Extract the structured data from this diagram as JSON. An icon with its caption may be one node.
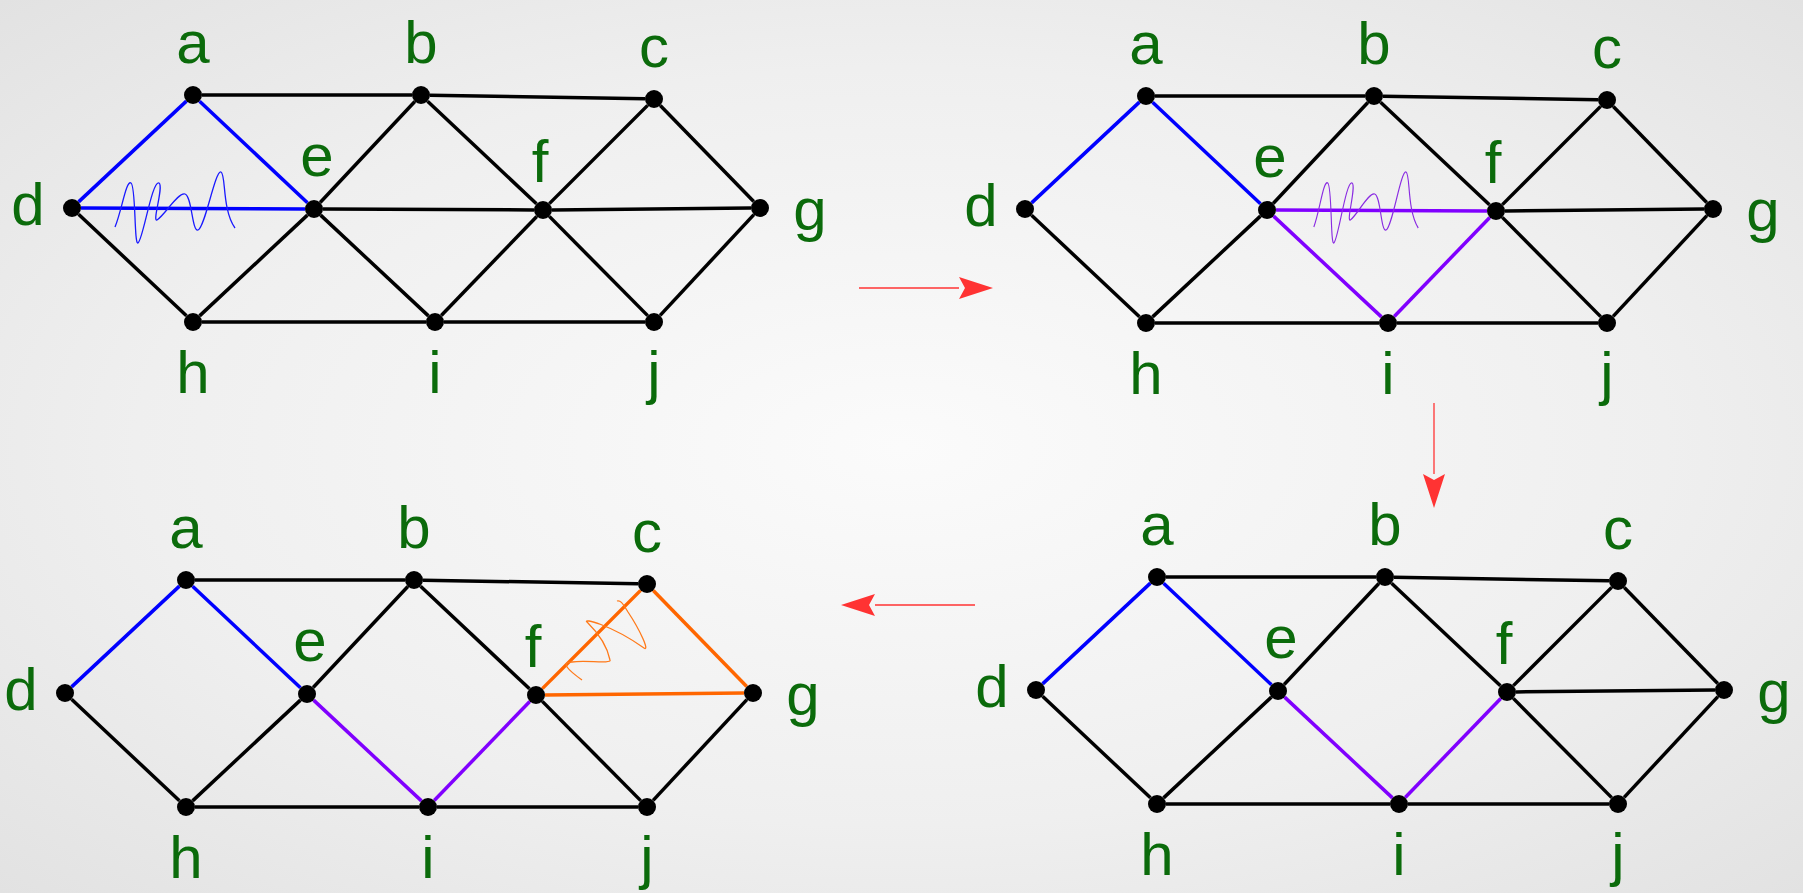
{
  "diagram": {
    "nodes": [
      {
        "text": [],
        "shape": "circle",
        "beside": [
          "a"
        ]
      },
      {
        "text": [],
        "shape": "circle",
        "beside": [
          "b"
        ]
      },
      {
        "text": [],
        "shape": "circle",
        "beside": [
          "c"
        ]
      },
      {
        "text": [],
        "shape": "circle",
        "beside": [
          "d"
        ]
      },
      {
        "text": [],
        "shape": "circle",
        "beside": [
          "e"
        ]
      },
      {
        "text": [],
        "shape": "circle",
        "beside": [
          "f"
        ]
      },
      {
        "text": [],
        "shape": "circle",
        "beside": [
          "g"
        ]
      },
      {
        "text": [],
        "shape": "circle",
        "beside": [
          "h"
        ]
      },
      {
        "text": [],
        "shape": "circle",
        "beside": [
          "i"
        ]
      },
      {
        "text": [],
        "shape": "circle",
        "beside": [
          "j"
        ]
      },
      {
        "text": [],
        "shape": "circle",
        "beside": [
          "a"
        ]
      },
      {
        "text": [],
        "shape": "circle",
        "beside": [
          "b"
        ]
      },
      {
        "text": [],
        "shape": "circle",
        "beside": [
          "c"
        ]
      },
      {
        "text": [],
        "shape": "circle",
        "beside": [
          "d"
        ]
      },
      {
        "text": [],
        "shape": "circle",
        "beside": [
          "e"
        ]
      },
      {
        "text": [],
        "shape": "circle",
        "beside": [
          "f"
        ]
      },
      {
        "text": [],
        "shape": "circle",
        "beside": [
          "g"
        ]
      },
      {
        "text": [],
        "shape": "circle",
        "beside": [
          "h"
        ]
      },
      {
        "text": [],
        "shape": "circle",
        "beside": [
          "i"
        ]
      },
      {
        "text": [],
        "shape": "circle",
        "beside": [
          "j"
        ]
      },
      {
        "text": [],
        "shape": "circle",
        "beside": [
          "a"
        ]
      },
      {
        "text": [],
        "shape": "circle",
        "beside": [
          "b"
        ]
      },
      {
        "text": [],
        "shape": "circle",
        "beside": [
          "c"
        ]
      },
      {
        "text": [],
        "shape": "circle",
        "beside": [
          "d"
        ]
      },
      {
        "text": [],
        "shape": "circle",
        "beside": [
          "e"
        ]
      },
      {
        "text": [],
        "shape": "circle",
        "beside": [
          "f"
        ]
      },
      {
        "text": [],
        "shape": "circle",
        "beside": [
          "g"
        ]
      },
      {
        "text": [],
        "shape": "circle",
        "beside": [
          "h"
        ]
      },
      {
        "text": [],
        "shape": "circle",
        "beside": [
          "i"
        ]
      },
      {
        "text": [],
        "shape": "circle",
        "beside": [
          "j"
        ]
      },
      {
        "text": [],
        "shape": "circle",
        "beside": [
          "a"
        ]
      },
      {
        "text": [],
        "shape": "circle",
        "beside": [
          "b"
        ]
      },
      {
        "text": [],
        "shape": "circle",
        "beside": [
          "c"
        ]
      },
      {
        "text": [],
        "shape": "circle",
        "beside": [
          "d"
        ]
      },
      {
        "text": [],
        "shape": "circle",
        "beside": [
          "e"
        ]
      },
      {
        "text": [],
        "shape": "circle",
        "beside": [
          "f"
        ]
      },
      {
        "text": [],
        "shape": "circle",
        "beside": [
          "g"
        ]
      },
      {
        "text": [],
        "shape": "circle",
        "beside": [
          "h"
        ]
      },
      {
        "text": [],
        "shape": "circle",
        "beside": [
          "i"
        ]
      },
      {
        "text": [],
        "shape": "circle",
        "beside": [
          "j"
        ]
      }
    ],
    "edges": [
      {
        "from": 0,
        "to": 1,
        "arrow": "none"
      },
      {
        "from": 1,
        "to": 2,
        "arrow": "none"
      },
      {
        "from": 3,
        "to": 0,
        "arrow": "none",
        "color": "#0000ff"
      },
      {
        "from": 0,
        "to": 4,
        "arrow": "none",
        "color": "#0000ff"
      },
      {
        "from": 3,
        "to": 4,
        "arrow": "none",
        "color": "#0000ff"
      },
      {
        "from": 1,
        "to": 4,
        "arrow": "none"
      },
      {
        "from": 1,
        "to": 5,
        "arrow": "none"
      },
      {
        "from": 2,
        "to": 5,
        "arrow": "none"
      },
      {
        "from": 2,
        "to": 6,
        "arrow": "none"
      },
      {
        "from": 4,
        "to": 5,
        "arrow": "none"
      },
      {
        "from": 5,
        "to": 6,
        "arrow": "none"
      },
      {
        "from": 3,
        "to": 7,
        "arrow": "none"
      },
      {
        "from": 4,
        "to": 7,
        "arrow": "none"
      },
      {
        "from": 4,
        "to": 8,
        "arrow": "none"
      },
      {
        "from": 5,
        "to": 8,
        "arrow": "none"
      },
      {
        "from": 5,
        "to": 9,
        "arrow": "none"
      },
      {
        "from": 6,
        "to": 9,
        "arrow": "none"
      },
      {
        "from": 7,
        "to": 8,
        "arrow": "none"
      },
      {
        "from": 8,
        "to": 9,
        "arrow": "none"
      },
      {
        "from": 10,
        "to": 11,
        "arrow": "none"
      },
      {
        "from": 11,
        "to": 12,
        "arrow": "none"
      },
      {
        "from": 13,
        "to": 10,
        "arrow": "none",
        "color": "#0000ff"
      },
      {
        "from": 10,
        "to": 14,
        "arrow": "none",
        "color": "#0000ff"
      },
      {
        "from": 11,
        "to": 14,
        "arrow": "none"
      },
      {
        "from": 11,
        "to": 15,
        "arrow": "none"
      },
      {
        "from": 12,
        "to": 15,
        "arrow": "none"
      },
      {
        "from": 12,
        "to": 16,
        "arrow": "none"
      },
      {
        "from": 14,
        "to": 15,
        "arrow": "none",
        "color": "#8000ff"
      },
      {
        "from": 15,
        "to": 16,
        "arrow": "none"
      },
      {
        "from": 13,
        "to": 17,
        "arrow": "none"
      },
      {
        "from": 14,
        "to": 17,
        "arrow": "none"
      },
      {
        "from": 14,
        "to": 18,
        "arrow": "none",
        "color": "#8000ff"
      },
      {
        "from": 15,
        "to": 18,
        "arrow": "none",
        "color": "#8000ff"
      },
      {
        "from": 15,
        "to": 19,
        "arrow": "none"
      },
      {
        "from": 16,
        "to": 19,
        "arrow": "none"
      },
      {
        "from": 17,
        "to": 18,
        "arrow": "none"
      },
      {
        "from": 18,
        "to": 19,
        "arrow": "none"
      },
      {
        "from": 20,
        "to": 21,
        "arrow": "none"
      },
      {
        "from": 21,
        "to": 22,
        "arrow": "none"
      },
      {
        "from": 23,
        "to": 20,
        "arrow": "none",
        "color": "#0000ff"
      },
      {
        "from": 20,
        "to": 24,
        "arrow": "none",
        "color": "#0000ff"
      },
      {
        "from": 21,
        "to": 24,
        "arrow": "none"
      },
      {
        "from": 21,
        "to": 25,
        "arrow": "none"
      },
      {
        "from": 22,
        "to": 25,
        "arrow": "none",
        "color": "#ff6600"
      },
      {
        "from": 22,
        "to": 26,
        "arrow": "none",
        "color": "#ff6600"
      },
      {
        "from": 25,
        "to": 26,
        "arrow": "none",
        "color": "#ff6600"
      },
      {
        "from": 23,
        "to": 27,
        "arrow": "none"
      },
      {
        "from": 24,
        "to": 27,
        "arrow": "none"
      },
      {
        "from": 24,
        "to": 28,
        "arrow": "none",
        "color": "#8000ff"
      },
      {
        "from": 25,
        "to": 28,
        "arrow": "none",
        "color": "#8000ff"
      },
      {
        "from": 25,
        "to": 29,
        "arrow": "none"
      },
      {
        "from": 26,
        "to": 29,
        "arrow": "none"
      },
      {
        "from": 27,
        "to": 28,
        "arrow": "none"
      },
      {
        "from": 28,
        "to": 29,
        "arrow": "none"
      },
      {
        "from": 30,
        "to": 31,
        "arrow": "none"
      },
      {
        "from": 31,
        "to": 32,
        "arrow": "none"
      },
      {
        "from": 33,
        "to": 30,
        "arrow": "none",
        "color": "#0000ff"
      },
      {
        "from": 30,
        "to": 34,
        "arrow": "none",
        "color": "#0000ff"
      },
      {
        "from": 31,
        "to": 34,
        "arrow": "none"
      },
      {
        "from": 31,
        "to": 35,
        "arrow": "none"
      },
      {
        "from": 32,
        "to": 35,
        "arrow": "none"
      },
      {
        "from": 32,
        "to": 36,
        "arrow": "none"
      },
      {
        "from": 35,
        "to": 36,
        "arrow": "none"
      },
      {
        "from": 33,
        "to": 37,
        "arrow": "none"
      },
      {
        "from": 34,
        "to": 37,
        "arrow": "none"
      },
      {
        "from": 34,
        "to": 38,
        "arrow": "none",
        "color": "#8000ff"
      },
      {
        "from": 35,
        "to": 38,
        "arrow": "none",
        "color": "#8000ff"
      },
      {
        "from": 35,
        "to": 39,
        "arrow": "none"
      },
      {
        "from": 36,
        "to": 39,
        "arrow": "none"
      },
      {
        "from": 37,
        "to": 38,
        "arrow": "none"
      },
      {
        "from": 38,
        "to": 39,
        "arrow": "none"
      }
    ]
  }
}
